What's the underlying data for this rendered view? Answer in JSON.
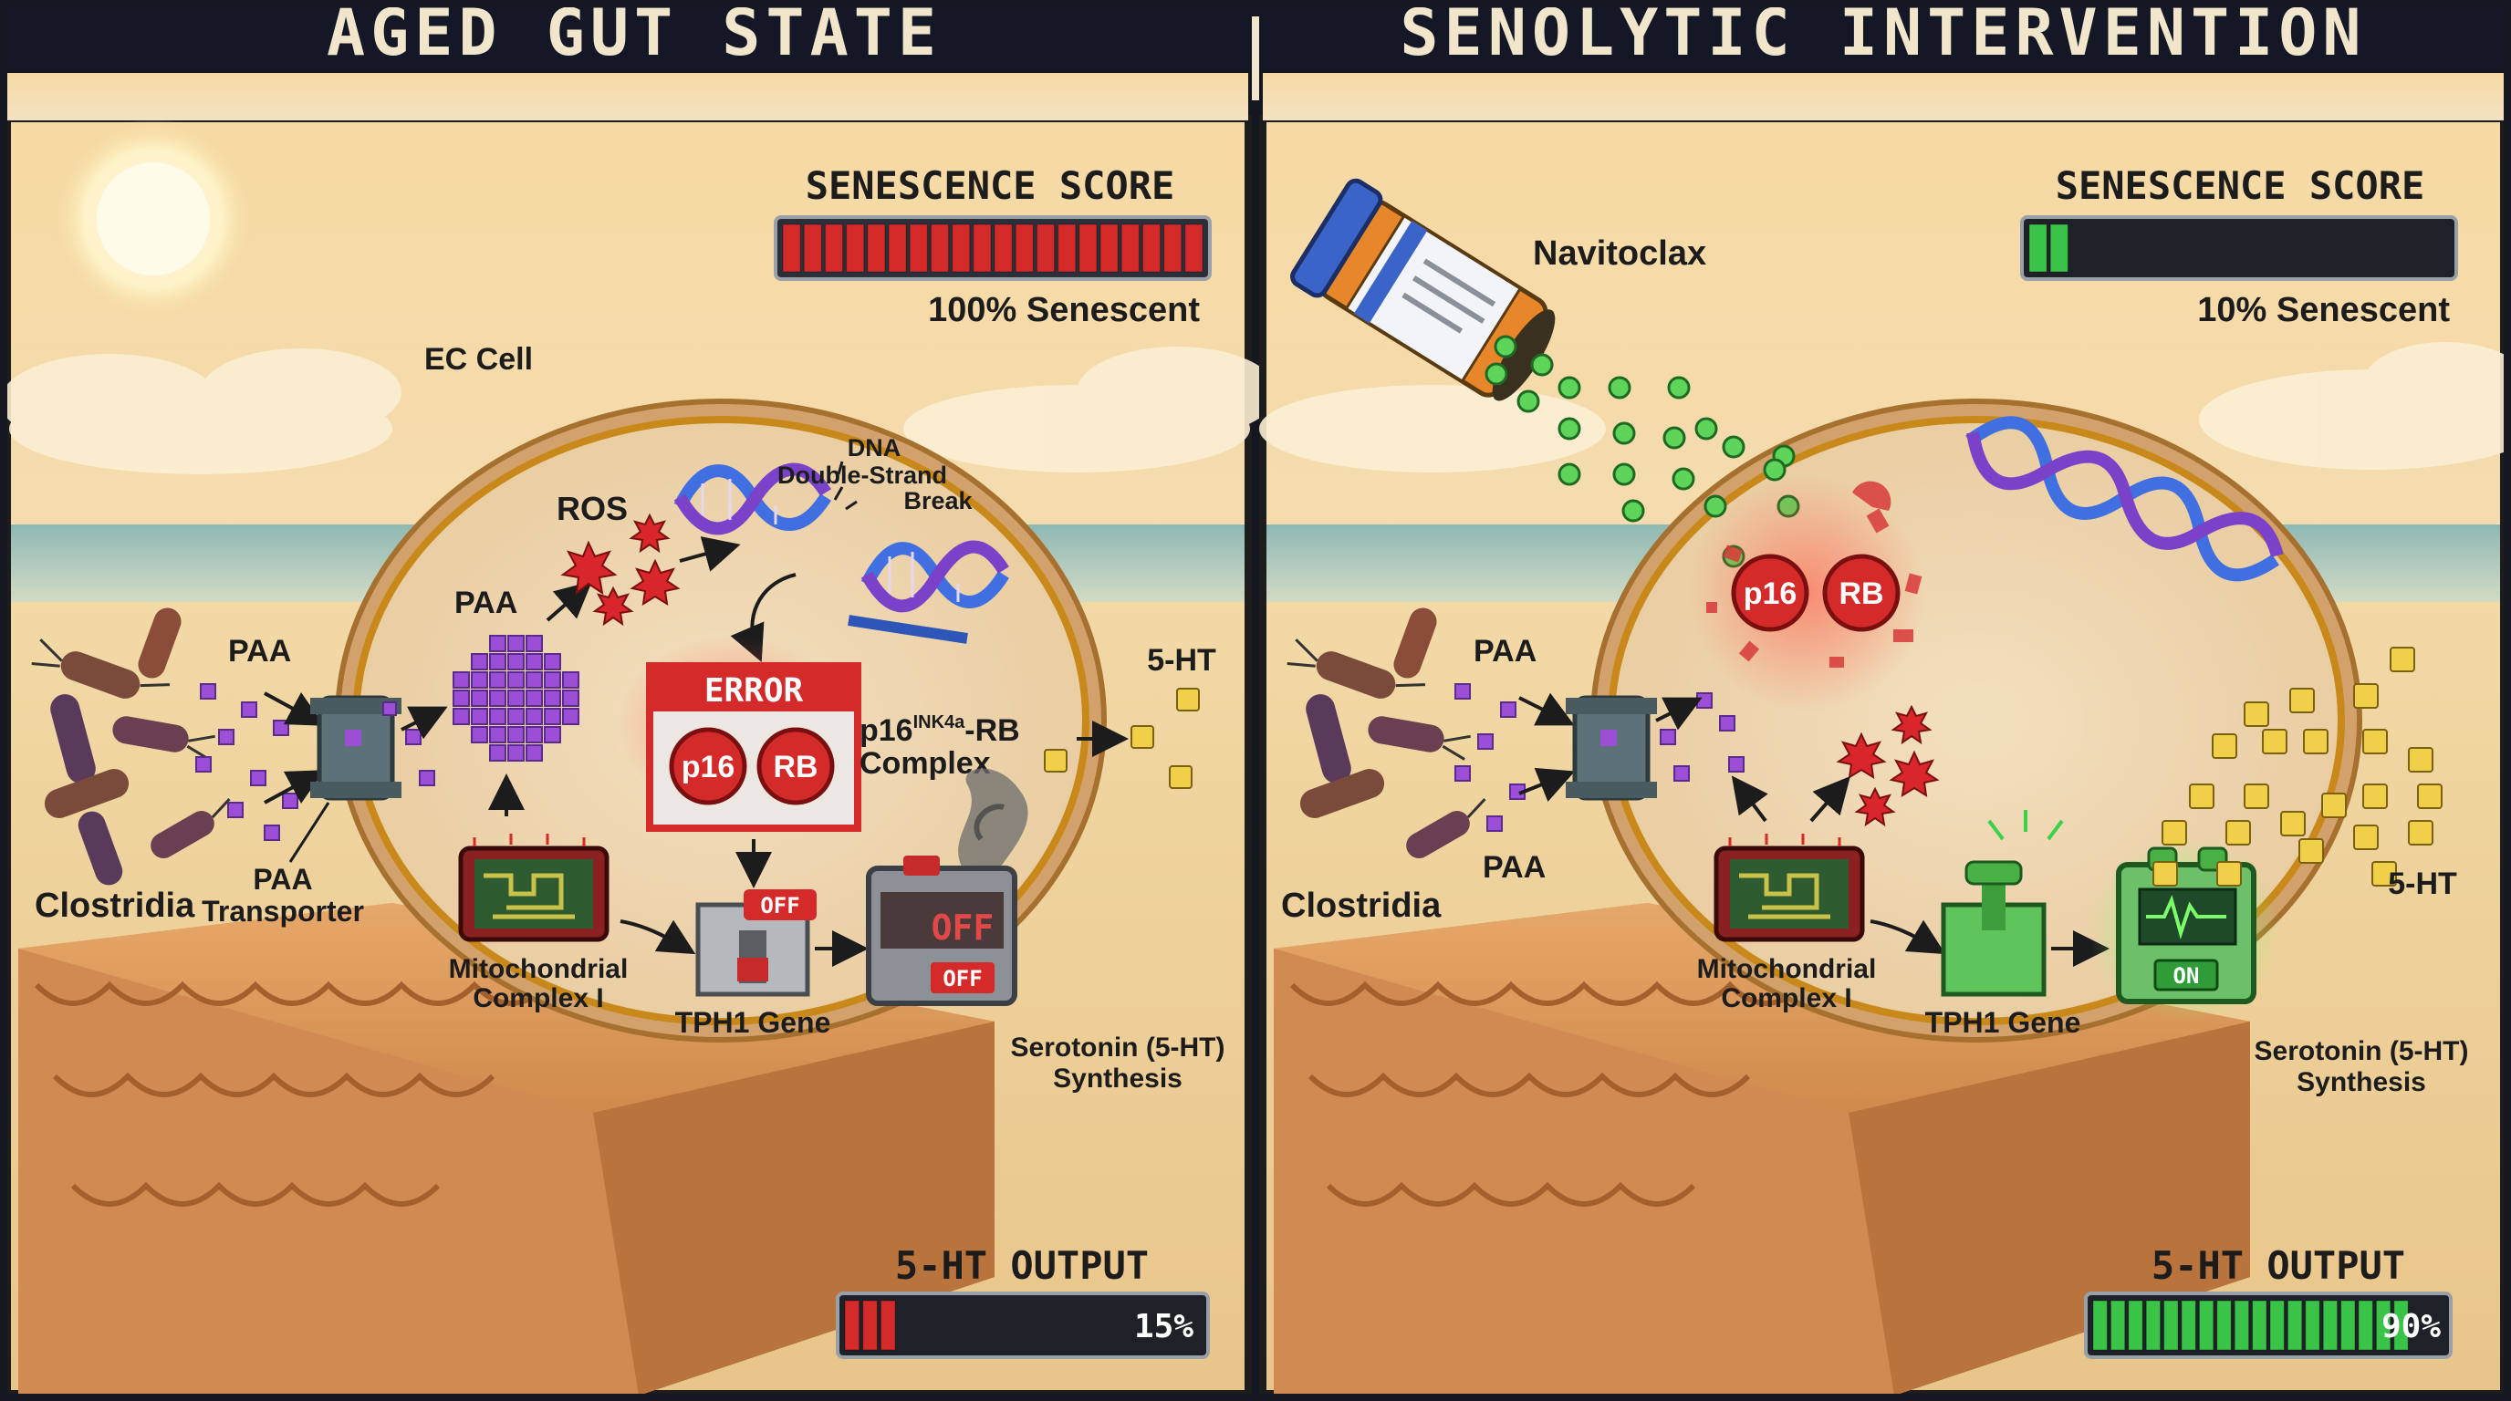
{
  "left": {
    "title": "AGED GUT STATE",
    "score_label": "SENESCENCE SCORE",
    "score_fraction": 1.0,
    "score_text": "100% Senescent",
    "labels": {
      "ec_cell": "EC Cell",
      "ros": "ROS",
      "dna_line1": "DNA",
      "dna_line2": "Double-Strand",
      "dna_line3": "Break",
      "paa_inner": "PAA",
      "paa_outer": "PAA",
      "clostridia": "Clostridia",
      "transporter_line1": "PAA",
      "transporter_line2": "Transporter",
      "error": "ERROR",
      "p16": "p16",
      "rb": "RB",
      "complex_line1": "p16",
      "complex_sup": "INK4a",
      "complex_rb": "-RB",
      "complex_line2": "Complex",
      "mito_line1": "Mitochondrial",
      "mito_line2": "Complex I",
      "tph1": "TPH1 Gene",
      "switch_off": "OFF",
      "machine_off": "OFF",
      "serotonin_line1": "Serotonin (5-HT)",
      "serotonin_line2": "Synthesis",
      "fiveht": "5-HT"
    },
    "output_label": "5-HT OUTPUT",
    "output_fraction": 0.15,
    "output_text": "15%"
  },
  "right": {
    "title": "SENOLYTIC INTERVENTION",
    "score_label": "SENESCENCE SCORE",
    "score_fraction": 0.1,
    "score_text": "10% Senescent",
    "labels": {
      "drug": "Navitoclax",
      "p16": "p16",
      "rb": "RB",
      "paa_top": "PAA",
      "paa_bottom": "PAA",
      "clostridia": "Clostridia",
      "mito_line1": "Mitochondrial",
      "mito_line2": "Complex I",
      "tph1": "TPH1 Gene",
      "machine_on": "ON",
      "serotonin_line1": "Serotonin (5-HT)",
      "serotonin_line2": "Synthesis",
      "fiveht": "5-HT"
    },
    "output_label": "5-HT OUTPUT",
    "output_fraction": 0.9,
    "output_text": "90%"
  },
  "colors": {
    "bar_red": "#d42a2a",
    "bar_green": "#39c447",
    "paa_purple": "#9b4fd6",
    "serotonin_yellow": "#f1d049",
    "cell_border": "#c8891a",
    "header_bg": "#141826"
  }
}
